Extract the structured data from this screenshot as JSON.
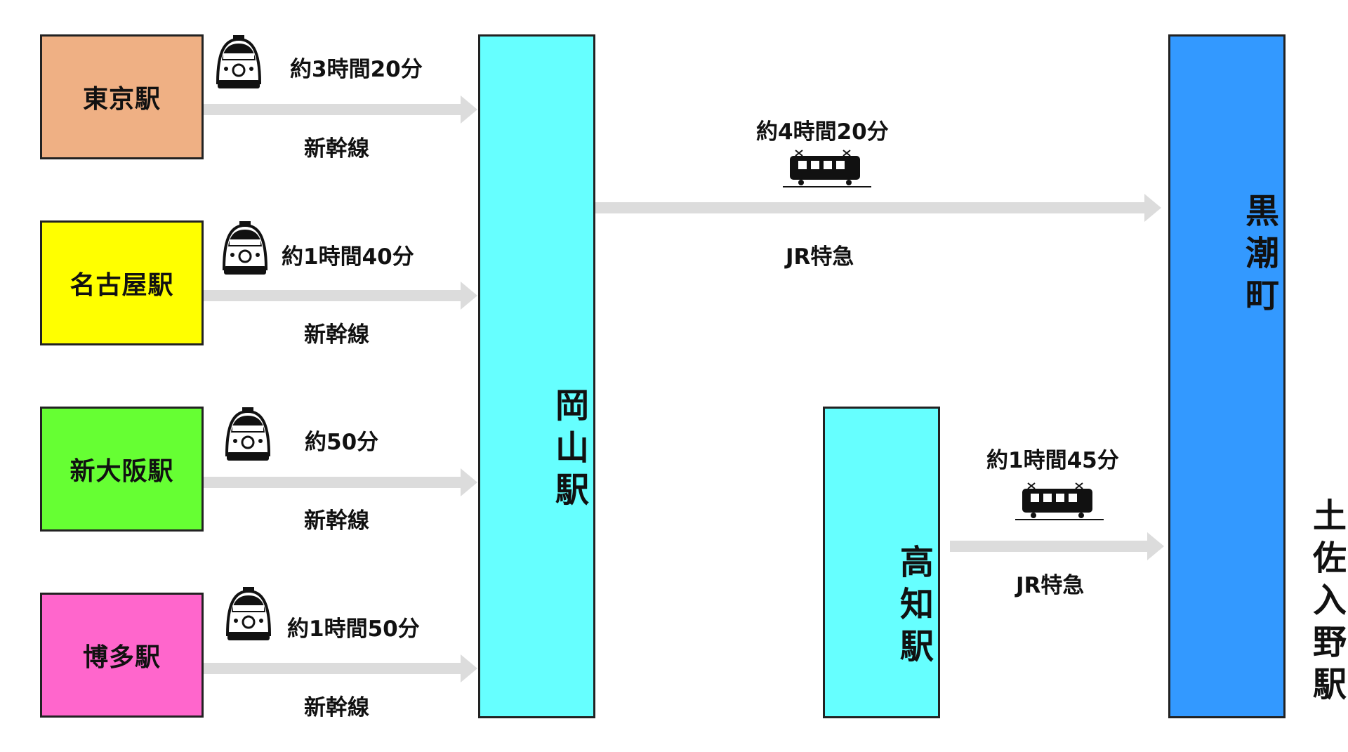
{
  "colors": {
    "tokyo": "#efb084",
    "nagoya": "#ffff00",
    "shinosaka": "#66ff33",
    "hakata": "#ff66cc",
    "okayama": "#66ffff",
    "kochi": "#66ffff",
    "destination": "#3399ff",
    "arrow": "#dcdcdc"
  },
  "origins": [
    {
      "station": "東京駅",
      "time": "約3時間20分",
      "line": "新幹線",
      "icon": "shinkansen-icon"
    },
    {
      "station": "名古屋駅",
      "time": "約1時間40分",
      "line": "新幹線",
      "icon": "shinkansen-icon"
    },
    {
      "station": "新大阪駅",
      "time": "約50分",
      "line": "新幹線",
      "icon": "shinkansen-icon"
    },
    {
      "station": "博多駅",
      "time": "約1時間50分",
      "line": "新幹線",
      "icon": "shinkansen-icon"
    }
  ],
  "hub": {
    "station": "岡山駅"
  },
  "hub_route": {
    "time": "約4時間20分",
    "line": "JR特急",
    "icon": "train-icon"
  },
  "kochi": {
    "station": "高知駅"
  },
  "kochi_route": {
    "time": "約1時間45分",
    "line": "JR特急",
    "icon": "train-icon"
  },
  "destination": {
    "line1": "黒潮町",
    "line2": "土佐入野駅"
  }
}
